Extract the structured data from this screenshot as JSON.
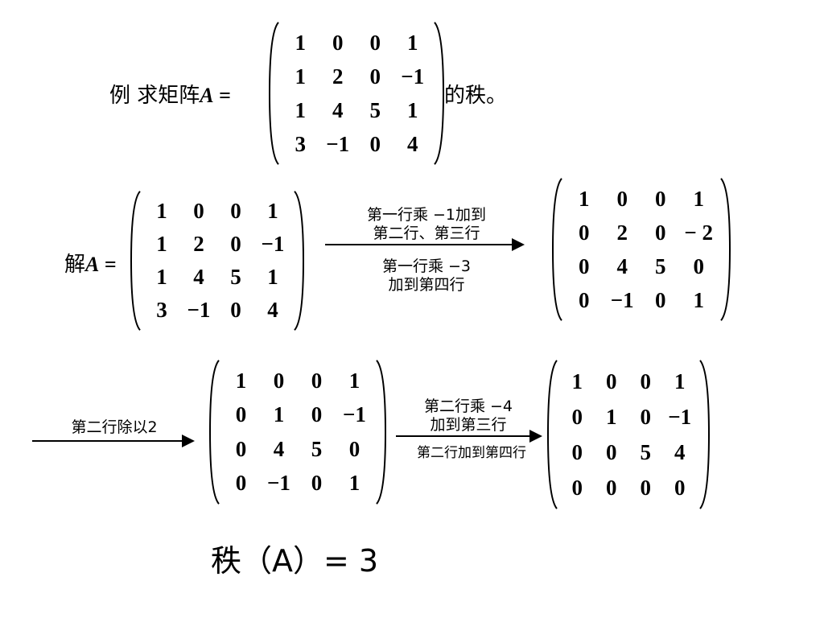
{
  "problem": {
    "prefix": "例  求矩阵",
    "var": "A",
    "eq": " =",
    "suffix": "的秩。",
    "matrix": [
      [
        "1",
        "0",
        "0",
        "1"
      ],
      [
        "1",
        "2",
        "0",
        "−1"
      ],
      [
        "1",
        "4",
        "5",
        "1"
      ],
      [
        "3",
        "−1",
        "0",
        "4"
      ]
    ]
  },
  "solution": {
    "prefix": "解",
    "var": "A",
    "eq": " =",
    "m0": [
      [
        "1",
        "0",
        "0",
        "1"
      ],
      [
        "1",
        "2",
        "0",
        "−1"
      ],
      [
        "1",
        "4",
        "5",
        "1"
      ],
      [
        "3",
        "−1",
        "0",
        "4"
      ]
    ],
    "step1": {
      "above": [
        "第一行乘 −1加到",
        "第二行、第三行"
      ],
      "below": [
        "第一行乘 −3",
        "加到第四行"
      ]
    },
    "m1": [
      [
        "1",
        "0",
        "0",
        "1"
      ],
      [
        "0",
        "2",
        "0",
        "− 2"
      ],
      [
        "0",
        "4",
        "5",
        "0"
      ],
      [
        "0",
        "−1",
        "0",
        "1"
      ]
    ],
    "step2": {
      "above": [
        "第二行除以2"
      ]
    },
    "m2": [
      [
        "1",
        "0",
        "0",
        "1"
      ],
      [
        "0",
        "1",
        "0",
        "−1"
      ],
      [
        "0",
        "4",
        "5",
        "0"
      ],
      [
        "0",
        "−1",
        "0",
        "1"
      ]
    ],
    "step3": {
      "above": [
        "第二行乘 −4",
        "加到第三行"
      ],
      "below": [
        "第二行加到第四行"
      ]
    },
    "m3": [
      [
        "1",
        "0",
        "0",
        "1"
      ],
      [
        "0",
        "1",
        "0",
        "−1"
      ],
      [
        "0",
        "0",
        "5",
        "4"
      ],
      [
        "0",
        "0",
        "0",
        "0"
      ]
    ]
  },
  "result": {
    "text": "秩（A）= 3"
  }
}
